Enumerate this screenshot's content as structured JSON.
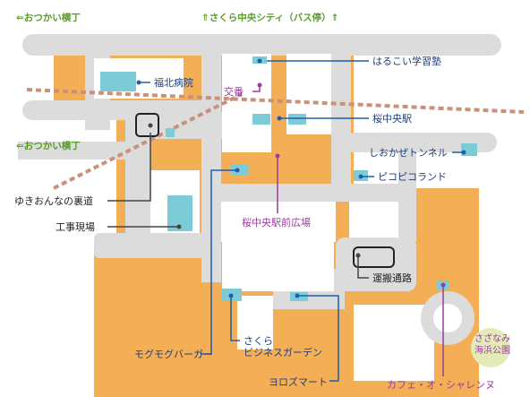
{
  "title": "",
  "colors": {
    "road": "#dcdcdc",
    "block_outline": "#f4ae56",
    "block_fill": "#ffffff",
    "railway": "#c9907a",
    "building": "#7ccbd6",
    "leader_blue": "#1d5fae",
    "leader_purple": "#9a3c9c",
    "leader_dark": "#444444",
    "label_green": "#5b9b2c",
    "label_navy": "#1f3f78",
    "label_purple": "#9a3c9c",
    "park": "#e3ecb6"
  },
  "directions": {
    "north": "⇑さくら中央シティ（バス停）⇑",
    "west_top": "⇐おつかい横丁",
    "west_mid": "⇐おつかい横丁"
  },
  "places": {
    "fukukita_hospital": "福北病院",
    "koban": "交番",
    "harukoi_juku": "はるこい学習塾",
    "sakura_station": "桜中央駅",
    "shiokaze_tunnel": "しおかぜトンネル",
    "pikopiko_land": "ピコピコランド",
    "yukionna_alley": "ゆきおんなの裏道",
    "construction_site": "工事現場",
    "station_square": "桜中央駅前広場",
    "transport_road": "運搬通路",
    "mogumogu_burger": "モグモグバーガー",
    "sakura_business_garden": "さくら\nビジネスガーデン",
    "yorozu_mart": "ヨロズマート",
    "cafe_sharenu": "カフェ・オ・シャレンヌ",
    "sazanami_park": "さざなみ\n海浜公園"
  },
  "icons": [
    "railway-line",
    "building-marker",
    "leader-line",
    "dot-marker",
    "park-circle"
  ]
}
